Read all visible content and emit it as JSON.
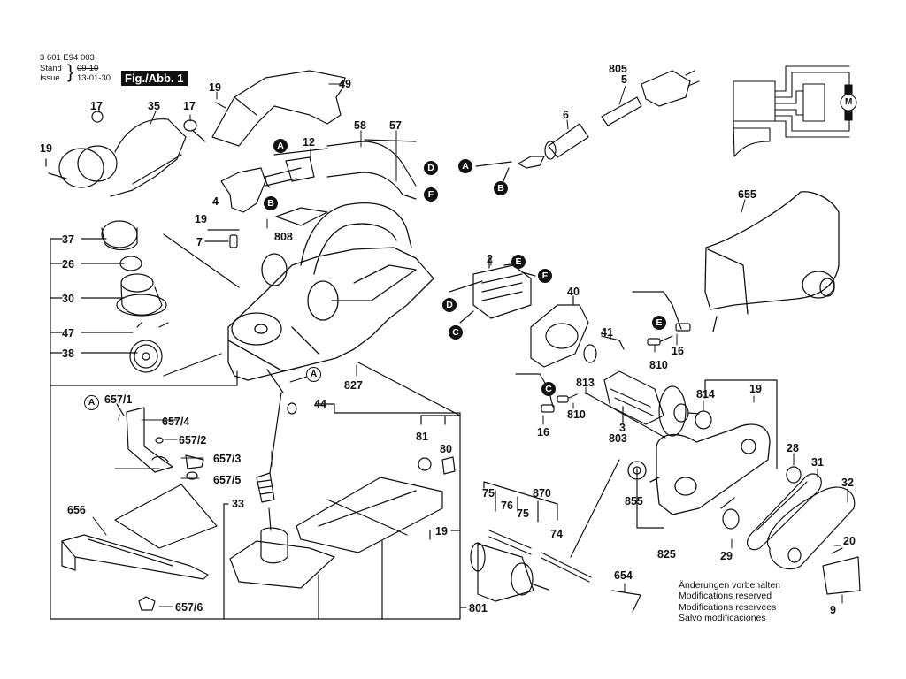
{
  "header": {
    "doc_number": "3 601 E94 003",
    "stand_label": "Stand",
    "issue_label": "Issue",
    "stand_value": "09-10",
    "issue_value": "13-01-30",
    "figure_label": "Fig./Abb. 1"
  },
  "notice": {
    "lines": [
      "Änderungen vorbehalten",
      "Modifications reserved",
      "Modifications reservees",
      "Salvo modificaciones"
    ]
  },
  "connectors": {
    "A": "A",
    "B": "B",
    "C": "C",
    "D": "D",
    "E": "E",
    "F": "F"
  },
  "parts": {
    "p3": "3",
    "p803": "803",
    "p2": "2",
    "p4": "4",
    "p5": "5",
    "p805": "805",
    "p6": "6",
    "p7": "7",
    "p9": "9",
    "p12": "12",
    "p16a": "16",
    "p16b": "16",
    "p17a": "17",
    "p17b": "17",
    "p19a": "19",
    "p19b": "19",
    "p19c": "19",
    "p19d": "19",
    "p19e": "19",
    "p20": "20",
    "p26": "26",
    "p28": "28",
    "p29": "29",
    "p30": "30",
    "p31": "31",
    "p32": "32",
    "p33": "33",
    "p35": "35",
    "p37": "37",
    "p38": "38",
    "p40": "40",
    "p41": "41",
    "p44": "44",
    "p47": "47",
    "p49": "49",
    "p57": "57",
    "p58": "58",
    "p74": "74",
    "p75a": "75",
    "p75b": "75",
    "p76": "76",
    "p80": "80",
    "p81": "81",
    "p654": "654",
    "p655": "655",
    "p656": "656",
    "p657_1": "657/1",
    "p657_2": "657/2",
    "p657_3": "657/3",
    "p657_4": "657/4",
    "p657_5": "657/5",
    "p657_6": "657/6",
    "p801": "801",
    "p808": "808",
    "p810a": "810",
    "p810b": "810",
    "p813": "813",
    "p814": "814",
    "p825": "825",
    "p827": "827",
    "p855": "855",
    "p870": "870"
  },
  "schematic": {
    "motor_label": "M"
  }
}
